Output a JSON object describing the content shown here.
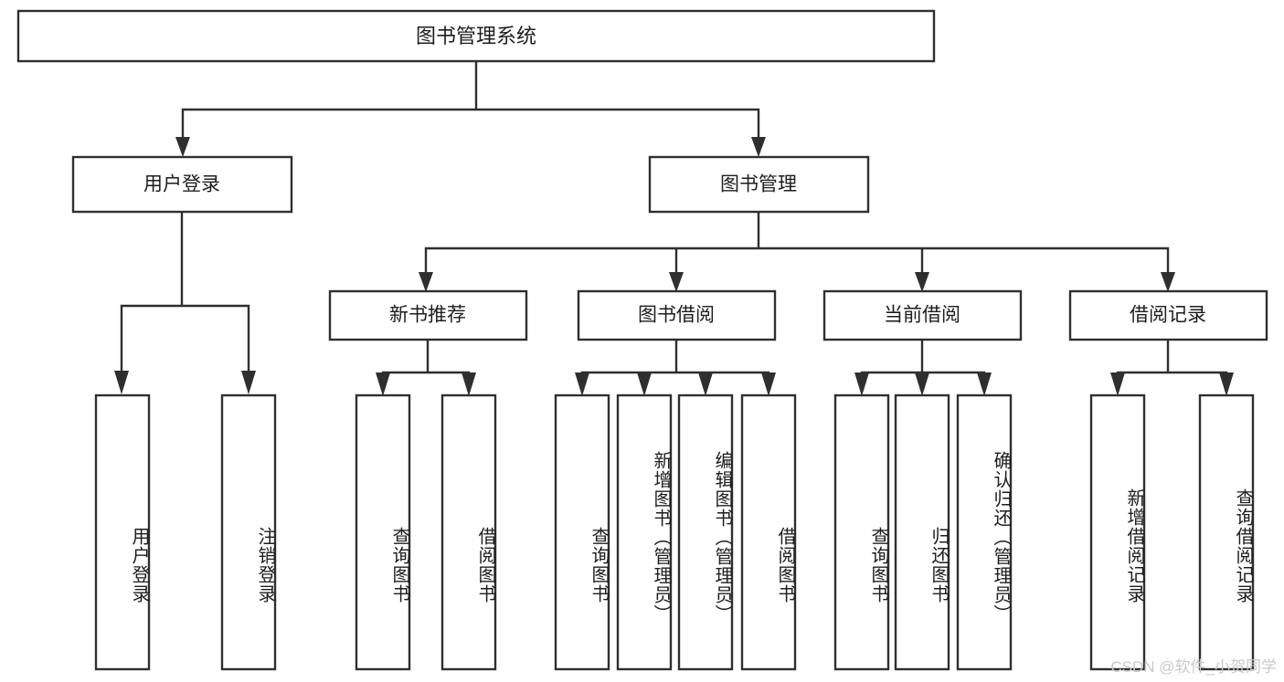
{
  "diagram": {
    "title_node": {
      "label": "图书管理系统"
    },
    "level2": [
      {
        "id": "user-login",
        "label": "用户登录"
      },
      {
        "id": "book-management",
        "label": "图书管理"
      }
    ],
    "level3": [
      {
        "id": "new-book-recommend",
        "label": "新书推荐"
      },
      {
        "id": "book-borrow",
        "label": "图书借阅"
      },
      {
        "id": "current-borrow",
        "label": "当前借阅"
      },
      {
        "id": "borrow-record",
        "label": "借阅记录"
      }
    ],
    "leaves": [
      {
        "id": "leaf-user-login",
        "label": "用户登录",
        "group": "user-login"
      },
      {
        "id": "leaf-user-logout",
        "label": "注销登录",
        "group": "user-login"
      },
      {
        "id": "leaf-query-book-1",
        "label": "查询图书",
        "group": "new-book-recommend"
      },
      {
        "id": "leaf-borrow-book-1",
        "label": "借阅图书",
        "group": "new-book-recommend"
      },
      {
        "id": "leaf-query-book-2",
        "label": "查询图书",
        "group": "book-borrow"
      },
      {
        "id": "leaf-add-book",
        "label": "新增图书（管理员）",
        "group": "book-borrow"
      },
      {
        "id": "leaf-edit-book",
        "label": "编辑图书（管理员）",
        "group": "book-borrow"
      },
      {
        "id": "leaf-borrow-book-2",
        "label": "借阅图书",
        "group": "book-borrow"
      },
      {
        "id": "leaf-query-book-3",
        "label": "查询图书",
        "group": "current-borrow"
      },
      {
        "id": "leaf-return-book",
        "label": "归还图书",
        "group": "current-borrow"
      },
      {
        "id": "leaf-confirm-return",
        "label": "确认归还（管理员）",
        "group": "current-borrow"
      },
      {
        "id": "leaf-add-record",
        "label": "新增借阅记录",
        "group": "borrow-record"
      },
      {
        "id": "leaf-query-record",
        "label": "查询借阅记录",
        "group": "borrow-record"
      }
    ],
    "colors": {
      "stroke": "#2f2f2f",
      "fill": "#ffffff",
      "text": "#1d1d1d",
      "watermark": "#c9c9c9"
    }
  },
  "watermark": {
    "text": "CSDN @软件_小贺同学"
  }
}
